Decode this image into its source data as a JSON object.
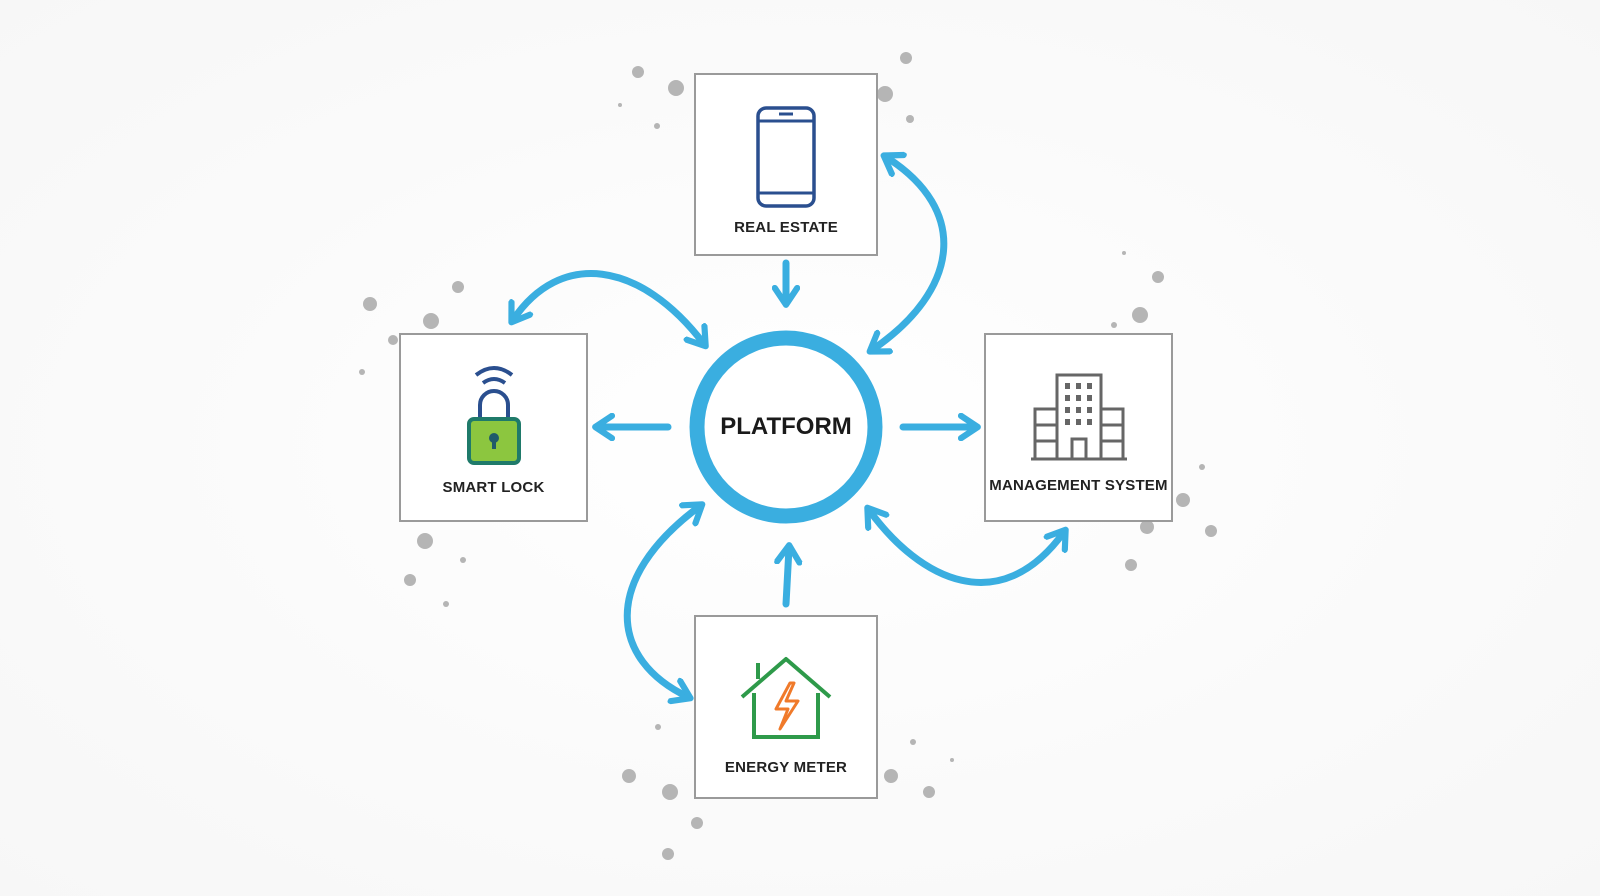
{
  "center": {
    "label": "PLATFORM"
  },
  "nodes": {
    "real_estate": {
      "label": "REAL ESTATE",
      "icon": "smartphone-icon"
    },
    "smart_lock": {
      "label": "SMART LOCK",
      "icon": "smart-lock-icon"
    },
    "management_system": {
      "label": "MANAGEMENT SYSTEM",
      "icon": "office-building-icon"
    },
    "energy_meter": {
      "label": "ENERGY METER",
      "icon": "house-energy-icon"
    }
  },
  "colors": {
    "arrow": "#3aaee0",
    "phone": "#2a4f8f",
    "lock_body": "#8cc63f",
    "lock_border": "#1f7a6a",
    "house": "#2e9a4a",
    "bolt": "#f07a2a",
    "building": "#666666"
  }
}
